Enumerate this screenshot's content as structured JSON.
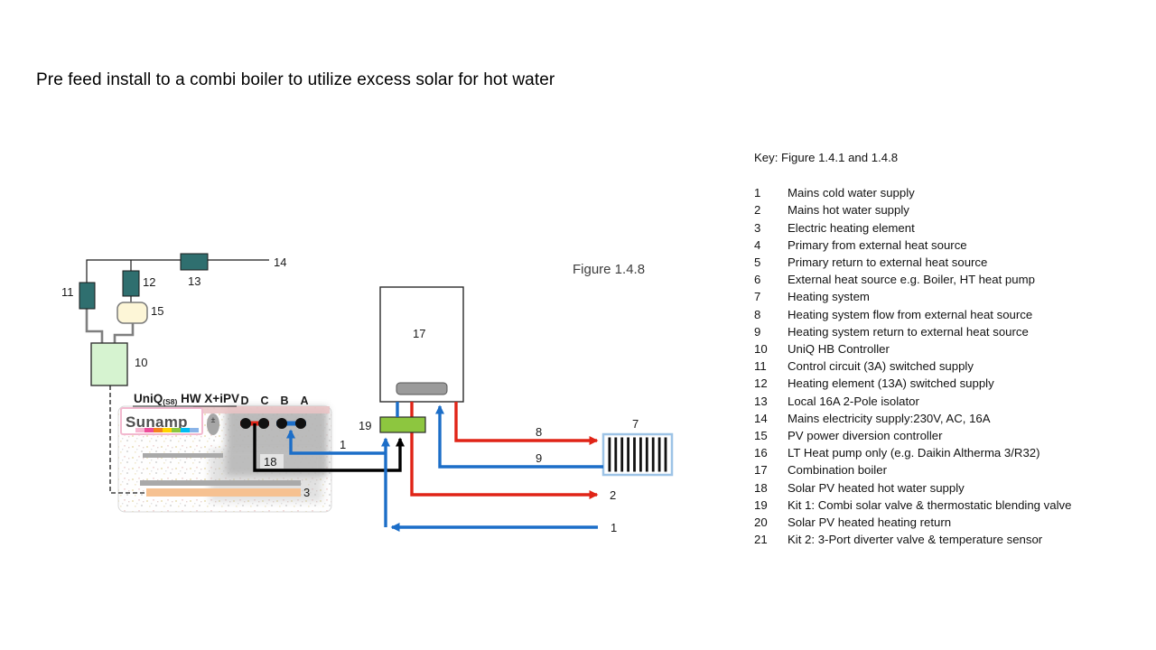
{
  "page": {
    "title": "Pre feed install to a combi boiler to utilize excess solar for hot water"
  },
  "figure": {
    "label": "Figure 1.4.8"
  },
  "key": {
    "heading": "Key: Figure 1.4.1 and 1.4.8",
    "items": [
      {
        "num": "1",
        "text": "Mains cold water supply"
      },
      {
        "num": "2",
        "text": "Mains hot water supply"
      },
      {
        "num": "3",
        "text": "Electric heating element"
      },
      {
        "num": "4",
        "text": "Primary from external heat source"
      },
      {
        "num": "5",
        "text": "Primary return to external heat source"
      },
      {
        "num": "6",
        "text": "External heat source e.g. Boiler, HT heat pump"
      },
      {
        "num": "7",
        "text": "Heating system"
      },
      {
        "num": "8",
        "text": "Heating system flow from external heat source"
      },
      {
        "num": "9",
        "text": "Heating system return to external heat source"
      },
      {
        "num": "10",
        "text": "UniQ HB Controller"
      },
      {
        "num": "11",
        "text": "Control circuit (3A) switched supply"
      },
      {
        "num": "12",
        "text": "Heating element (13A) switched supply"
      },
      {
        "num": "13",
        "text": "Local 16A 2-Pole isolator"
      },
      {
        "num": "14",
        "text": "Mains electricity supply:230V, AC, 16A"
      },
      {
        "num": "15",
        "text": "PV power diversion controller"
      },
      {
        "num": "16",
        "text": "LT Heat pump only (e.g. Daikin Altherma 3/R32)"
      },
      {
        "num": "17",
        "text": "Combination boiler"
      },
      {
        "num": "18",
        "text": "Solar PV heated hot water supply"
      },
      {
        "num": "19",
        "text": "Kit 1: Combi solar valve & thermostatic blending valve"
      },
      {
        "num": "20",
        "text": "Solar PV heated heating return"
      },
      {
        "num": "21",
        "text": "Kit 2: 3-Port diverter valve & temperature sensor"
      }
    ]
  },
  "diagram": {
    "brand": "Sunamp",
    "unit_model_main": "UniQ",
    "unit_model_sub": "(S8)",
    "unit_model_rest": " HW X+iPV",
    "terminals": [
      "D",
      "C",
      "B",
      "A"
    ],
    "plus_minus": "±",
    "labels": {
      "mains_cold_ports": "1",
      "mains_cold_main": "1",
      "mains_hot": "2",
      "heating_element": "3",
      "heating_system": "7",
      "heating_flow": "8",
      "heating_return": "9",
      "hb_controller": "10",
      "control_circuit": "11",
      "heating_element_supply": "12",
      "isolator": "13",
      "mains_electricity": "14",
      "pv_diversion": "15",
      "combi_boiler": "17",
      "solar_hw_supply": "18",
      "kit1_valve": "19"
    }
  },
  "colors": {
    "hot_pipe": "#e02417",
    "cold_pipe": "#1c6ec8",
    "solar_pipe": "#000000",
    "electrical_component": "#2f6f6f",
    "pv_controller_fill": "#fdf6d7",
    "hb_controller_fill": "#d6f3d0",
    "combi_valve_fill": "#8dc63f",
    "radiator_frame": "#9dc3e6",
    "heating_element_fill": "#f6c191",
    "wire_gray": "#7f7f7f",
    "sunamp_pink": "#f2b9cf"
  }
}
